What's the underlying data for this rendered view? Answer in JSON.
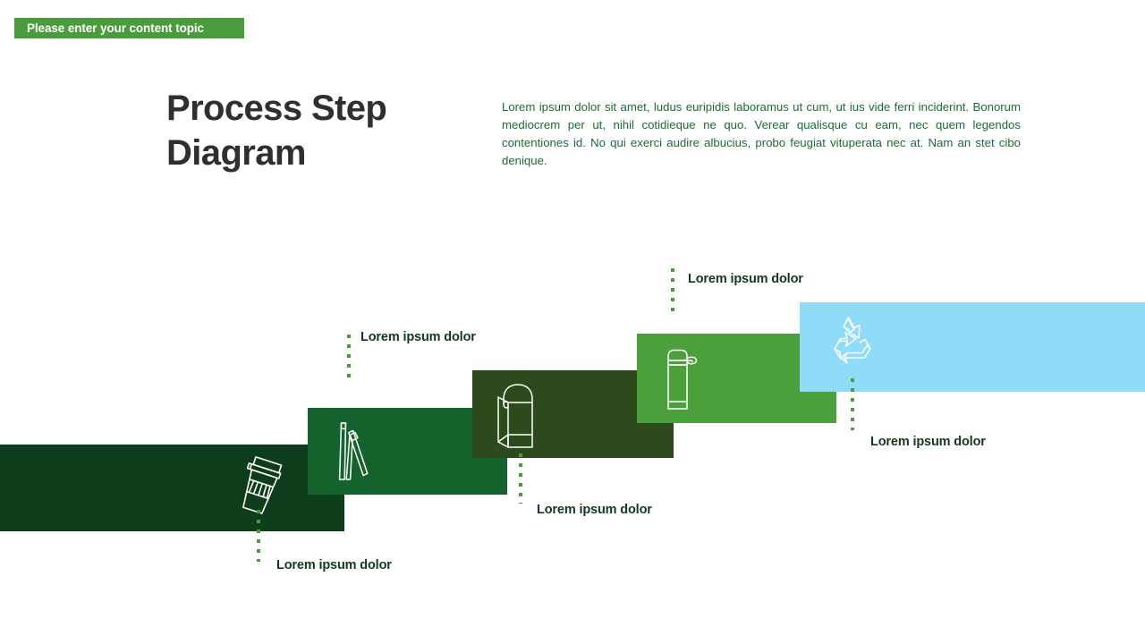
{
  "topic_tag": {
    "label": "Please enter your content topic"
  },
  "headline": {
    "line1": "Process Step",
    "line2": "Diagram"
  },
  "intro": {
    "paragraph": "Lorem ipsum dolor sit amet, ludus euripidis laboramus ut cum, ut ius vide ferri inciderint. Bonorum mediocrem per ut, nihil cotidieque ne quo. Verear qualisque cu eam, nec quem legendos contentiones id. No qui exerci audire albucius, probo feugiat vituperata nec at. Nam an stet cibo denique."
  },
  "colors": {
    "tag_green": "#4a9b3c",
    "step1": "#0e3d1b",
    "step2": "#15632c",
    "step3": "#2c4a1b",
    "step4": "#4ca03c",
    "step5": "#8fdcf8",
    "label_text": "#14381e",
    "paragraph_text": "#1d6b34",
    "headline_text": "#2f2f2d",
    "connector_dot": "#4a9b3c",
    "icon_stroke": "#ffffff"
  },
  "steps": [
    {
      "id": "step-1",
      "label": "Lorem ipsum dolor",
      "icon": "coffee-cup-icon",
      "color": "#0e3d1b",
      "label_position": "below"
    },
    {
      "id": "step-2",
      "label": "Lorem ipsum dolor",
      "icon": "drinking-straws-icon",
      "color": "#15632c",
      "label_position": "above"
    },
    {
      "id": "step-3",
      "label": "Lorem ipsum dolor",
      "icon": "paper-bag-icon",
      "color": "#2c4a1b",
      "label_position": "below"
    },
    {
      "id": "step-4",
      "label": "Lorem ipsum dolor",
      "icon": "water-bottle-icon",
      "color": "#4ca03c",
      "label_position": "above"
    },
    {
      "id": "step-5",
      "label": "Lorem ipsum dolor",
      "icon": "recycle-icon",
      "color": "#8fdcf8",
      "label_position": "below"
    }
  ]
}
